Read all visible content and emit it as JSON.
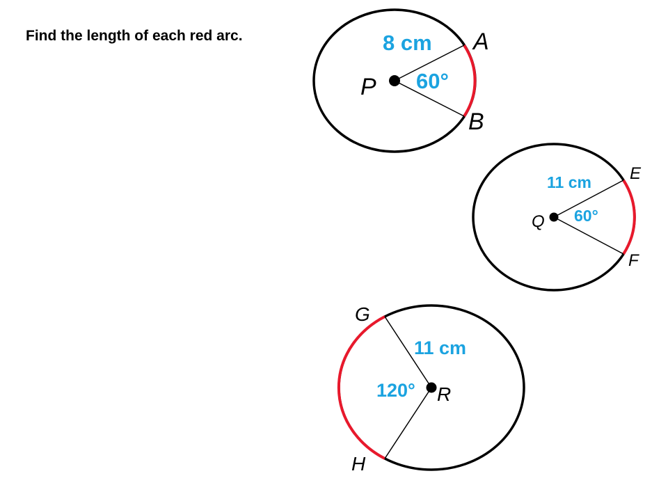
{
  "prompt": "Find the length of each red arc.",
  "colors": {
    "arc": "#e8192c",
    "measure": "#1ba3e0",
    "outline": "#000000"
  },
  "circles": [
    {
      "center": "P",
      "radius_label": "8 cm",
      "angle_label": "60°",
      "endpoint_1": "A",
      "endpoint_2": "B"
    },
    {
      "center": "Q",
      "radius_label": "11 cm",
      "angle_label": "60°",
      "endpoint_1": "E",
      "endpoint_2": "F"
    },
    {
      "center": "R",
      "radius_label": "11 cm",
      "angle_label": "120°",
      "endpoint_1": "G",
      "endpoint_2": "H"
    }
  ]
}
